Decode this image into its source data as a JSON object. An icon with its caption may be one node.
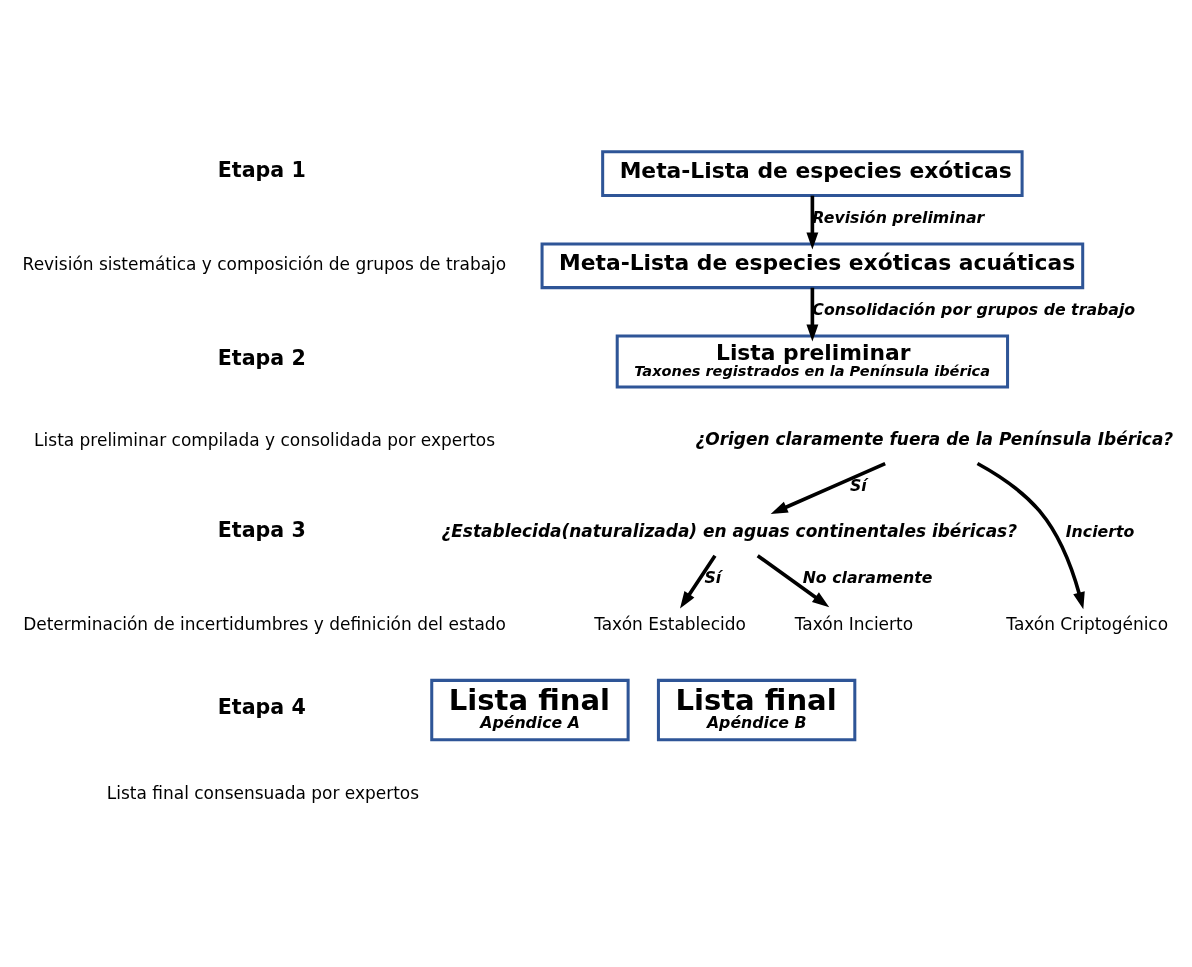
{
  "diagram": {
    "nodes": [
      {
        "text": [
          "Meta-Lista de especies exóticas"
        ]
      },
      {
        "text": [
          "Meta-Lista de especies exóticas acuáticas"
        ]
      },
      {
        "text": [
          "Lista preliminar",
          "Taxones registrados en la Península ibérica"
        ]
      },
      {
        "text": [
          "¿Origen claramente fuera de la Península Ibérica?"
        ]
      },
      {
        "text": [
          "¿Establecida(naturalizada) en aguas continentales ibéricas?"
        ]
      },
      {
        "text": [
          "Taxón Establecido"
        ]
      },
      {
        "text": [
          "Taxón Incierto"
        ]
      },
      {
        "text": [
          "Taxón Criptogénico"
        ]
      },
      {
        "text": [
          "Lista final",
          "Apéndice A"
        ]
      },
      {
        "text": [
          "Lista final",
          "Apéndice B"
        ]
      }
    ],
    "edges": [
      {
        "from": 0,
        "to": 1,
        "arrow": "to",
        "label": "Revisión preliminar"
      },
      {
        "from": 1,
        "to": 2,
        "arrow": "to",
        "label": "Consolidación por grupos de trabajo"
      },
      {
        "from": 3,
        "to": 4,
        "arrow": "to",
        "label": "Sí"
      },
      {
        "from": 3,
        "to": 7,
        "arrow": "to",
        "label": "Incierto"
      },
      {
        "from": 4,
        "to": 5,
        "arrow": "to",
        "label": "Sí"
      },
      {
        "from": 4,
        "to": 6,
        "arrow": "to",
        "label": "No claramente"
      }
    ],
    "labels": [
      "Etapa 1",
      "Revisión sistemática y composición de grupos de trabajo",
      "Etapa 2",
      "Lista preliminar compilada y consolidada por expertos",
      "Etapa 3",
      "Determinación de incertidumbres y definición del estado",
      "Etapa 4",
      "Lista final consensuada por expertos"
    ]
  }
}
